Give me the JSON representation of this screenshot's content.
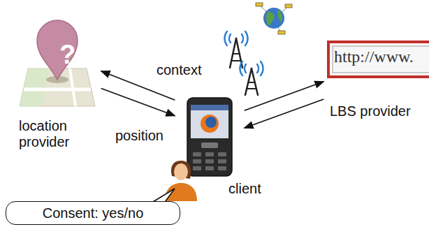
{
  "diagram": {
    "nodes": [
      {
        "text": [
          "location provider"
        ]
      },
      {
        "text": [
          "client"
        ]
      },
      {
        "text": [
          "LBS provider"
        ]
      },
      {
        "text": [
          "Consent: yes/no"
        ]
      }
    ],
    "edges": [
      {
        "from": 1,
        "to": 0,
        "label": "context",
        "arrow": "to"
      },
      {
        "from": 0,
        "to": 1,
        "label": "position",
        "arrow": "to"
      },
      {
        "from": 1,
        "to": 2,
        "arrow": "to"
      },
      {
        "from": 2,
        "to": 1,
        "arrow": "to"
      }
    ],
    "labels": [
      "?",
      "http://www."
    ]
  }
}
